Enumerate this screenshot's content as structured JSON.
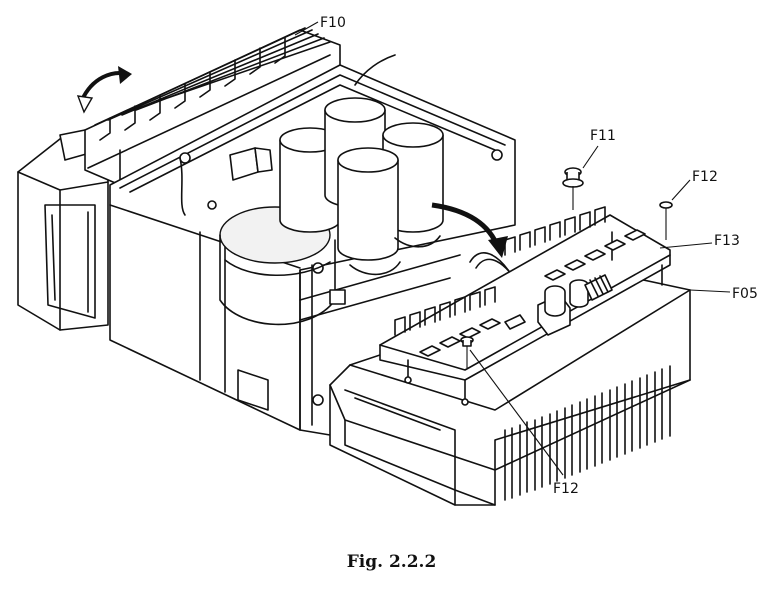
{
  "caption": "Fig. 2.2.2",
  "labels": {
    "f10": "F10",
    "f11": "F11",
    "f12_top": "F12",
    "f13": "F13",
    "f05": "F05",
    "f12_bottom": "F12"
  }
}
